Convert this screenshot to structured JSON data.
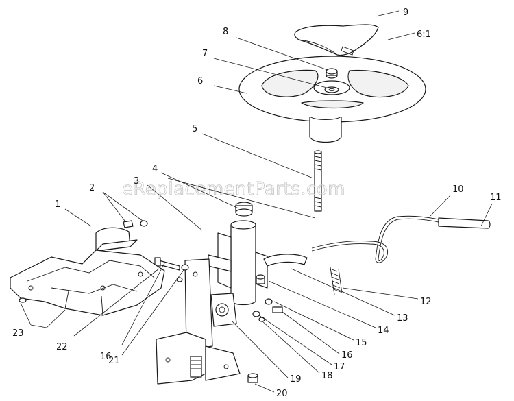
{
  "watermark": "eReplacementParts.com",
  "callouts": [
    {
      "id": "c9",
      "label": "9"
    },
    {
      "id": "c6-1",
      "label": "6:1"
    },
    {
      "id": "c8",
      "label": "8"
    },
    {
      "id": "c7",
      "label": "7"
    },
    {
      "id": "c6",
      "label": "6"
    },
    {
      "id": "c5",
      "label": "5"
    },
    {
      "id": "c4",
      "label": "4"
    },
    {
      "id": "c3",
      "label": "3"
    },
    {
      "id": "c2",
      "label": "2"
    },
    {
      "id": "c1",
      "label": "1"
    },
    {
      "id": "c10",
      "label": "10"
    },
    {
      "id": "c11",
      "label": "11"
    },
    {
      "id": "c12",
      "label": "12"
    },
    {
      "id": "c13",
      "label": "13"
    },
    {
      "id": "c14",
      "label": "14"
    },
    {
      "id": "c15",
      "label": "15"
    },
    {
      "id": "c16a",
      "label": "16"
    },
    {
      "id": "c16b",
      "label": "16"
    },
    {
      "id": "c17",
      "label": "17"
    },
    {
      "id": "c18",
      "label": "18"
    },
    {
      "id": "c19",
      "label": "19"
    },
    {
      "id": "c20",
      "label": "20"
    },
    {
      "id": "c21",
      "label": "21"
    },
    {
      "id": "c22",
      "label": "22"
    },
    {
      "id": "c23",
      "label": "23"
    }
  ]
}
